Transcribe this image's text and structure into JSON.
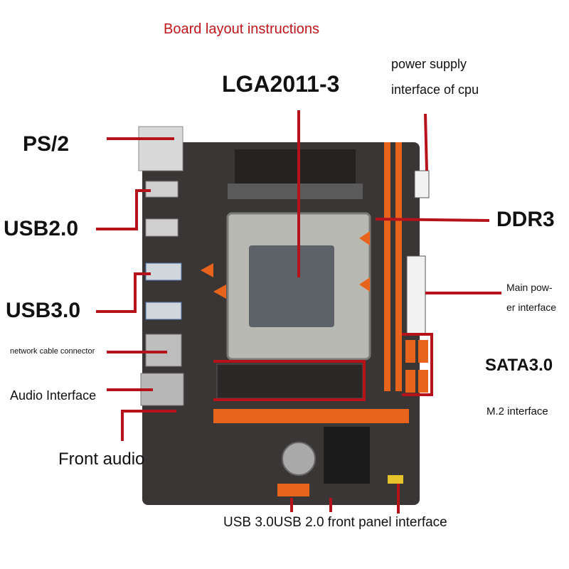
{
  "title": "Board layout instructions",
  "labels": {
    "lga": "LGA2011-3",
    "cpu_power_1": "power supply",
    "cpu_power_2": "interface of cpu",
    "ps2": "PS/2",
    "usb2": "USB2.0",
    "ddr3": "DDR3",
    "usb3": "USB3.0",
    "main_power_1": "Main pow-",
    "main_power_2": "er interface",
    "network": "network cable connector",
    "sata": "SATA3.0",
    "audio": "Audio Interface",
    "m2": "M.2 interface",
    "front_audio": "Front audio",
    "front_panel": "USB 3.0USB 2.0 front panel interface"
  },
  "colors": {
    "leader": "#b5121b",
    "title": "#c0161b",
    "pcb": "#3a3636",
    "slot_orange": "#e8641c",
    "heatsink": "#1c1c1c",
    "socket_metal": "#b9b9b4"
  }
}
